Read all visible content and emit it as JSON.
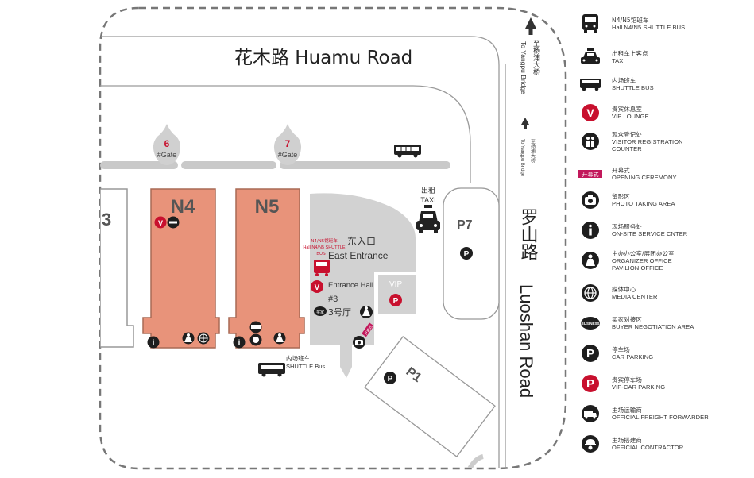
{
  "roads": {
    "huamu": "花木路 Huamu Road",
    "luoshan_zh": "罗山路",
    "luoshan_en": "Luoshan Road",
    "yangpu_top": "至杨浦大桥",
    "yangpu_top_en": "To Yangpu Bridge",
    "yangpu_small": "至杨浦大桥",
    "yangpu_small_en": "To Yangpu Bridge"
  },
  "gates": [
    {
      "num": "6",
      "label": "#Gate"
    },
    {
      "num": "7",
      "label": "#Gate"
    }
  ],
  "halls": {
    "n3": "3",
    "n4": "N4",
    "n5": "N5",
    "east_entrance_zh": "东入口",
    "east_entrance_en": "East Entrance",
    "shuttle_note_1": "N4/N5馆班车",
    "shuttle_note_2": "Hall N4/N5 SHUTTLE",
    "shuttle_note_3": "BUS",
    "entrance_hall": "Entrance Hall",
    "hall3_num": "#3",
    "hall3_zh": "3号厅",
    "vip": "VIP",
    "p7": "P7",
    "p1": "P1",
    "taxi_zh": "出租",
    "taxi_en": "TAXI",
    "shuttle_bus_zh": "内场班车",
    "shuttle_bus_en": "SHUTTLE Bus",
    "badge_opening": "开幕式",
    "badge_buyer": "买家"
  },
  "legend": [
    {
      "icon": "bus-icon",
      "zh": "N4/N5馆班车",
      "en": "Hall N4/N5 SHUTTLE BUS",
      "red": true
    },
    {
      "icon": "taxi-icon",
      "zh": "出租车上客点",
      "en": "TAXI"
    },
    {
      "icon": "shuttle-bus-icon",
      "zh": "内场班车",
      "en": "SHUTTLE BUS"
    },
    {
      "icon": "vip-lounge-icon",
      "zh": "贵宾休息室",
      "en": "VIP LOUNGE"
    },
    {
      "icon": "visitor-registration-icon",
      "zh": "观众登记处",
      "en": "VISITOR REGISTRATION",
      "en2": "COUNTER"
    },
    {
      "icon": "opening-ceremony-icon",
      "zh": "开幕式",
      "en": "OPENING CEREMONY",
      "badge": "开幕式"
    },
    {
      "icon": "camera-icon",
      "zh": "留影区",
      "en": "PHOTO TAKING AREA"
    },
    {
      "icon": "info-icon",
      "zh": "现场服务处",
      "en": "ON-SITE SERVICE CNTER"
    },
    {
      "icon": "organizer-office-icon",
      "zh": "主办办公室/展团办公室",
      "en": "ORGANIZER OFFICE",
      "en2": "PAVILION OFFICE"
    },
    {
      "icon": "media-center-icon",
      "zh": "媒体中心",
      "en": "MEDIA CENTER"
    },
    {
      "icon": "buyer-negotiation-icon",
      "zh": "买家对接区",
      "en": "BUYER NEGOTIATION AREA",
      "badge": "BUSINESS"
    },
    {
      "icon": "car-parking-icon",
      "zh": "停车场",
      "en": "CAR PARKING"
    },
    {
      "icon": "vip-parking-icon",
      "zh": "贵宾停车场",
      "en": "VIP-CAR PARKING"
    },
    {
      "icon": "freight-forwarder-icon",
      "zh": "主场运输商",
      "en": "OFFICIAL FREIGHT FORWARDER"
    },
    {
      "icon": "contractor-icon",
      "zh": "主场搭建商",
      "en": "OFFICIAL CONTRACTOR"
    }
  ],
  "colors": {
    "hall": "#e8937a",
    "hall_border": "#a86a55",
    "grey_area": "#d2d2d2",
    "road_grey": "#c9c9c9",
    "accent_red": "#c8102e",
    "icon_dark": "#1e1e1e",
    "opening_badge": "#c2185b"
  }
}
